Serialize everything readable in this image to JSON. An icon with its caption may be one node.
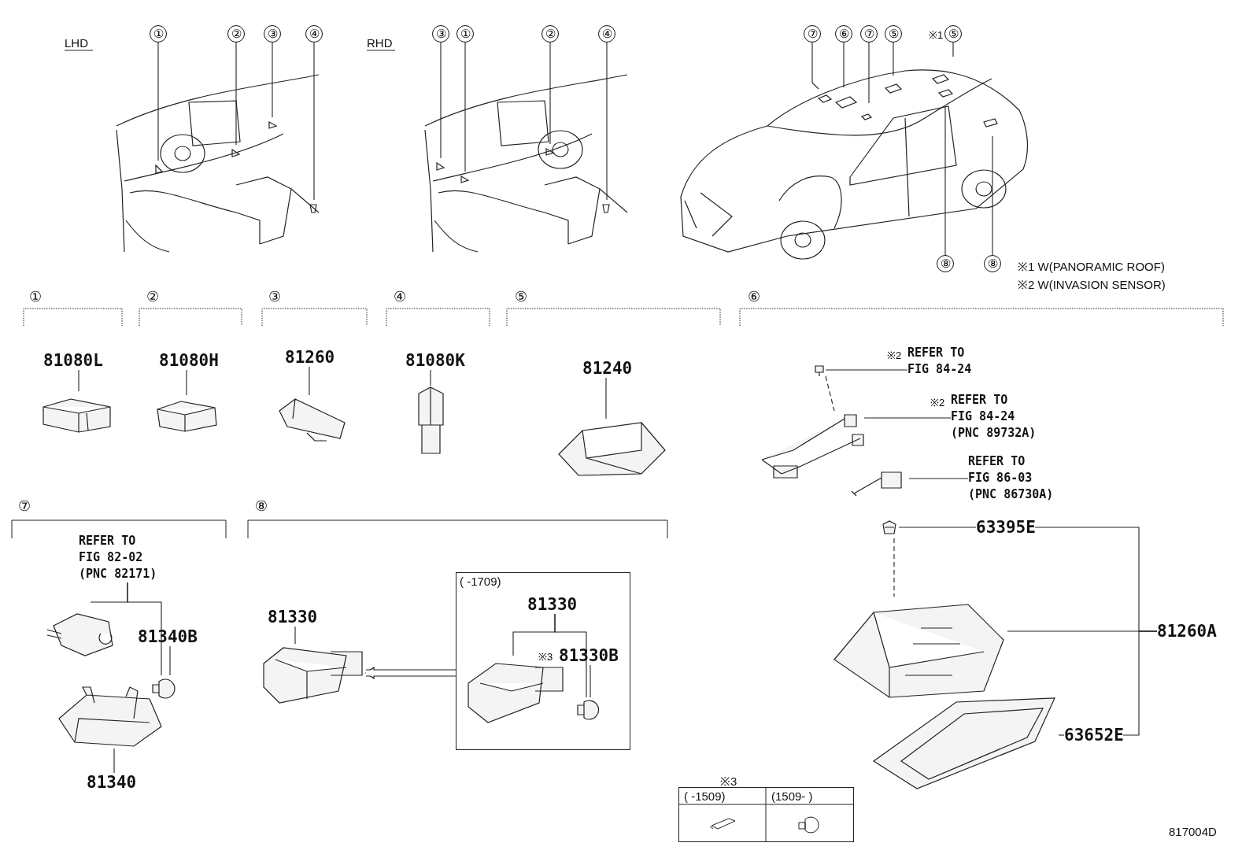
{
  "diagram": {
    "nodes": [
      {
        "text": [
          "①"
        ]
      },
      {
        "text": [
          "②"
        ]
      },
      {
        "text": [
          "③"
        ]
      },
      {
        "text": [
          "④"
        ]
      },
      {
        "text": [
          "③"
        ]
      },
      {
        "text": [
          "①"
        ]
      },
      {
        "text": [
          "②"
        ]
      },
      {
        "text": [
          "④"
        ]
      },
      {
        "text": [
          "⑦"
        ]
      },
      {
        "text": [
          "⑥"
        ]
      },
      {
        "text": [
          "⑦"
        ]
      },
      {
        "text": [
          "⑤"
        ]
      },
      {
        "text": [
          "⑤"
        ],
        "beside": [
          "※1"
        ]
      },
      {
        "text": [
          "⑧"
        ]
      },
      {
        "text": [
          "⑧"
        ]
      },
      {
        "text": [
          "81080L"
        ]
      },
      {
        "text": [],
        "shape": "picture"
      },
      {
        "text": [
          "81080H"
        ]
      },
      {
        "text": [],
        "shape": "picture"
      },
      {
        "text": [
          "81260"
        ]
      },
      {
        "text": [],
        "shape": "picture"
      },
      {
        "text": [
          "81080K"
        ]
      },
      {
        "text": [],
        "shape": "picture"
      },
      {
        "text": [
          "81240"
        ]
      },
      {
        "text": [],
        "shape": "picture"
      },
      {
        "text": [
          "REFER TO FIG 84-24"
        ],
        "beside": [
          "※2"
        ]
      },
      {
        "text": [],
        "shape": "picture"
      },
      {
        "text": [
          "REFER TO FIG 84-24 (PNC 89732A)"
        ],
        "beside": [
          "※2"
        ]
      },
      {
        "text": [],
        "shape": "picture"
      },
      {
        "text": [
          "REFER TO FIG 86-03 (PNC 86730A)"
        ]
      },
      {
        "text": [],
        "shape": "picture"
      },
      {
        "text": [
          "63395E"
        ]
      },
      {
        "text": [],
        "shape": "picture"
      },
      {
        "text": [
          "81260A"
        ]
      },
      {
        "text": [],
        "shape": "picture"
      },
      {
        "text": [
          "63652E"
        ]
      },
      {
        "text": [],
        "shape": "picture"
      },
      {
        "text": [
          "REFER TO FIG 82-02 (PNC 82171)"
        ]
      },
      {
        "text": [],
        "shape": "picture"
      },
      {
        "text": [
          "81340B"
        ]
      },
      {
        "text": [],
        "shape": "picture"
      },
      {
        "text": [],
        "shape": "picture"
      },
      {
        "text": [
          "81340"
        ]
      },
      {
        "text": [
          "81330"
        ]
      },
      {
        "text": [],
        "shape": "picture"
      },
      {
        "text": [
          "( -1709)"
        ]
      },
      {
        "text": [
          "81330"
        ],
        "in": 45
      },
      {
        "text": [],
        "shape": "picture",
        "in": 45
      },
      {
        "text": [
          "81330B"
        ],
        "beside": [
          "※3"
        ],
        "in": 45
      },
      {
        "text": [],
        "shape": "picture",
        "in": 45
      }
    ],
    "edges": [
      {
        "from": 0,
        "to": null,
        "arrow": "none"
      },
      {
        "from": 1,
        "to": null,
        "arrow": "none"
      },
      {
        "from": 2,
        "to": null,
        "arrow": "none"
      },
      {
        "from": 3,
        "to": null,
        "arrow": "none"
      },
      {
        "from": 4,
        "to": null,
        "arrow": "none"
      },
      {
        "from": 5,
        "to": null,
        "arrow": "none"
      },
      {
        "from": 6,
        "to": null,
        "arrow": "none"
      },
      {
        "from": 7,
        "to": null,
        "arrow": "none"
      },
      {
        "from": 8,
        "to": null,
        "arrow": "none"
      },
      {
        "from": 9,
        "to": null,
        "arrow": "none"
      },
      {
        "from": 10,
        "to": null,
        "arrow": "none"
      },
      {
        "from": 11,
        "to": null,
        "arrow": "none"
      },
      {
        "from": 12,
        "to": null,
        "arrow": "none"
      },
      {
        "from": 13,
        "to": null,
        "arrow": "none"
      },
      {
        "from": 14,
        "to": null,
        "arrow": "none"
      },
      {
        "from": 15,
        "to": 16,
        "arrow": "none"
      },
      {
        "from": 17,
        "to": 18,
        "arrow": "none"
      },
      {
        "from": 19,
        "to": 20,
        "arrow": "none"
      },
      {
        "from": 21,
        "to": 22,
        "arrow": "none"
      },
      {
        "from": 23,
        "to": 24,
        "arrow": "none"
      },
      {
        "from": 25,
        "to": 26,
        "arrow": "none"
      },
      {
        "from": 27,
        "to": 28,
        "arrow": "none"
      },
      {
        "from": 29,
        "to": 30,
        "arrow": "none"
      },
      {
        "from": 31,
        "to": 32,
        "arrow": "none"
      },
      {
        "from": 31,
        "to": 33,
        "arrow": "none"
      },
      {
        "from": 35,
        "to": 33,
        "arrow": "none"
      },
      {
        "from": 26,
        "to": 28,
        "arrow": "none",
        "style": "dashed"
      },
      {
        "from": 32,
        "to": 34,
        "arrow": "none",
        "style": "dashed"
      },
      {
        "from": 33,
        "to": 34,
        "arrow": "none"
      },
      {
        "from": 35,
        "to": 36,
        "arrow": "none"
      },
      {
        "from": 37,
        "to": 38,
        "arrow": "none"
      },
      {
        "from": 37,
        "to": 40,
        "arrow": "none"
      },
      {
        "from": 39,
        "to": 40,
        "arrow": "none"
      },
      {
        "from": 42,
        "to": 41,
        "arrow": "none"
      },
      {
        "from": 43,
        "to": 44,
        "arrow": "none"
      },
      {
        "from": 46,
        "to": 47,
        "arrow": "none"
      },
      {
        "from": 46,
        "to": 49,
        "arrow": "none"
      },
      {
        "from": 48,
        "to": 49,
        "arrow": "none"
      },
      {
        "from": 45,
        "to": 44,
        "arrow": "to",
        "style": "thick"
      }
    ],
    "labels": [
      "LHD",
      "RHD",
      "※1 W(PANORAMIC ROOF)",
      "※2 W(INVASION SENSOR)",
      "①",
      "②",
      "③",
      "④",
      "⑤",
      "⑥",
      "⑦",
      "⑧",
      "※3",
      "( -1509)",
      "(1509- )",
      "817004D"
    ]
  }
}
